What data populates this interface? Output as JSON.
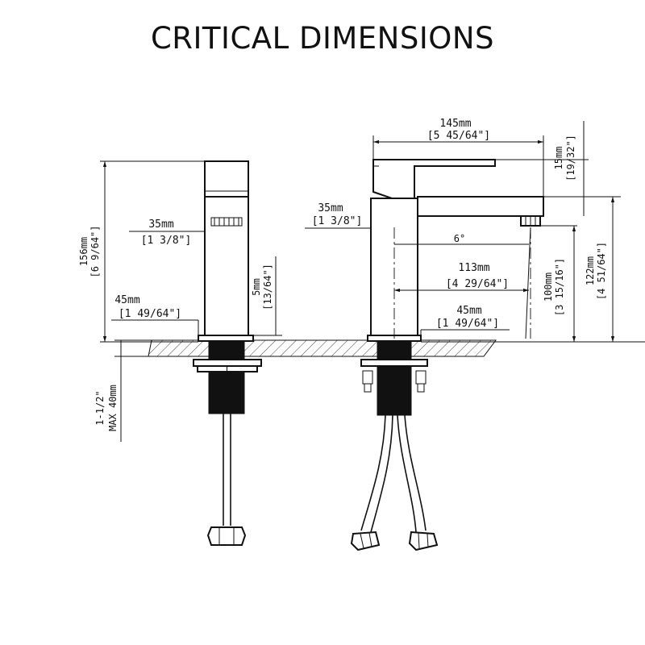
{
  "title": "CRITICAL DIMENSIONS",
  "front_view": {
    "height_total": {
      "mm": "156mm",
      "in": "[6 9/64\"]"
    },
    "spout_width": {
      "mm": "35mm",
      "in": "[1 3/8\"]"
    },
    "base_width": {
      "mm": "45mm",
      "in": "[1 49/64\"]"
    },
    "base_height": {
      "mm": "5mm",
      "in": "[13/64\"]"
    },
    "deck_thickness": {
      "imperial": "1-1/2\"",
      "metric": "MAX 40mm"
    }
  },
  "side_view": {
    "handle_length": {
      "mm": "145mm",
      "in": "[5 45/64\"]"
    },
    "handle_height": {
      "mm": "15mm",
      "in": "[19/32\"]"
    },
    "body_width": {
      "mm": "35mm",
      "in": "[1 3/8\"]"
    },
    "spray_angle": "6°",
    "spout_reach": {
      "mm": "113mm",
      "in": "[4 29/64\"]"
    },
    "spout_height": {
      "mm": "100mm",
      "in": "[3 15/16\"]"
    },
    "overall_height": {
      "mm": "122mm",
      "in": "[4 51/64\"]"
    },
    "base_width": {
      "mm": "45mm",
      "in": "[1 49/64\"]"
    }
  }
}
